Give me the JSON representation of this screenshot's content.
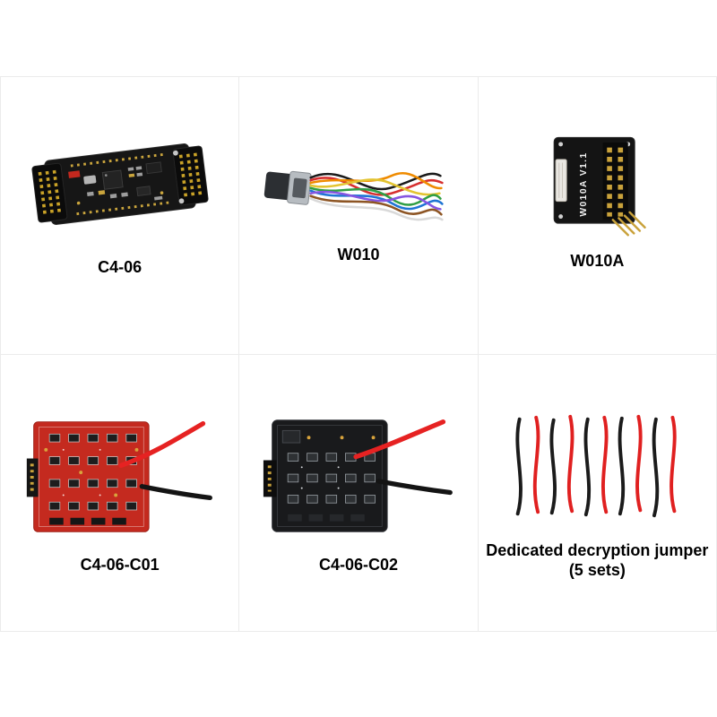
{
  "page": {
    "background": "#ffffff",
    "grid_border": "#ebebeb"
  },
  "products": [
    {
      "id": "c4-06",
      "label": "C4-06"
    },
    {
      "id": "w010",
      "label": "W010"
    },
    {
      "id": "w010a",
      "label": "W010A",
      "board_text": "W010A V1.1"
    },
    {
      "id": "c4-06-c01",
      "label": "C4-06-C01"
    },
    {
      "id": "c4-06-c02",
      "label": "C4-06-C02"
    },
    {
      "id": "decryption-jumper",
      "label": "Dedicated decryption jumper",
      "label2": "(5 sets)"
    }
  ],
  "colors": {
    "pcb_black": "#161616",
    "pcb_red": "#c42a1f",
    "wire_red": "#e62222",
    "wire_black": "#1b1b1b",
    "pin_gold": "#c9a23b",
    "label_text": "#000000"
  }
}
